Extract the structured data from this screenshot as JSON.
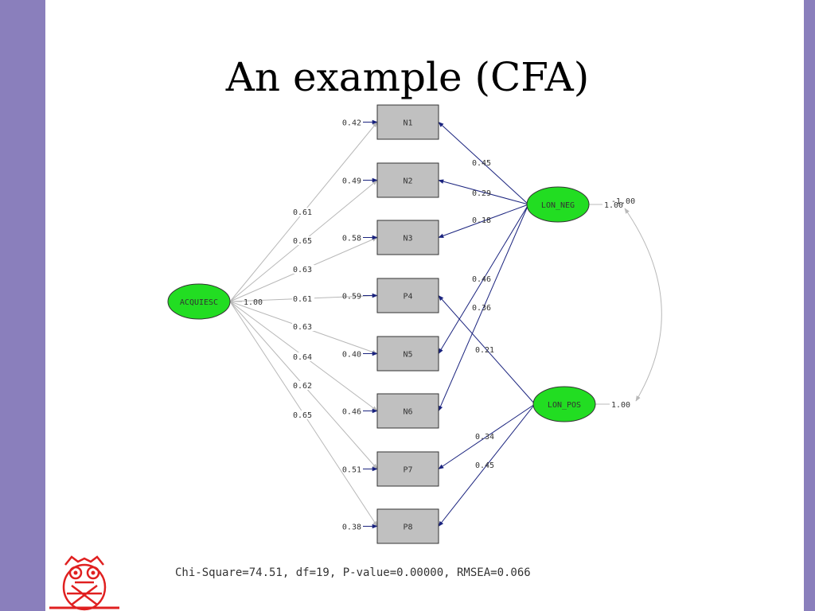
{
  "slide": {
    "title": "An example (CFA)",
    "fit_statistics": "Chi-Square=74.51, df=19, P-value=0.00000, RMSEA=0.066"
  },
  "colors": {
    "background": "#8a7fbc",
    "latent_fill": "#22dd22",
    "indicator_fill": "#c0c0c0",
    "specific_factor_path": "#1a237e",
    "method_factor_path": "#b8b8b8",
    "logo": "#e02020"
  },
  "logo": {
    "icon": "owl-icon"
  },
  "latent_factors": [
    {
      "id": "ACQUIESC",
      "label": "ACQUIESC",
      "variance": "1.00"
    },
    {
      "id": "LON_NEG",
      "label": "LON_NEG",
      "variance": "1.00"
    },
    {
      "id": "LON_POS",
      "label": "LON_POS",
      "variance": "1.00"
    }
  ],
  "factor_correlation": {
    "from": "LON_NEG",
    "to": "LON_POS",
    "value": "-1.00"
  },
  "indicators": [
    {
      "id": "N1",
      "label": "N1",
      "error_variance": "0.42"
    },
    {
      "id": "N2",
      "label": "N2",
      "error_variance": "0.49"
    },
    {
      "id": "N3",
      "label": "N3",
      "error_variance": "0.58"
    },
    {
      "id": "P4",
      "label": "P4",
      "error_variance": "0.59"
    },
    {
      "id": "N5",
      "label": "N5",
      "error_variance": "0.40"
    },
    {
      "id": "N6",
      "label": "N6",
      "error_variance": "0.46"
    },
    {
      "id": "P7",
      "label": "P7",
      "error_variance": "0.51"
    },
    {
      "id": "P8",
      "label": "P8",
      "error_variance": "0.38"
    }
  ],
  "loadings": [
    {
      "from": "ACQUIESC",
      "to": "N1",
      "value": "0.61"
    },
    {
      "from": "ACQUIESC",
      "to": "N2",
      "value": "0.65"
    },
    {
      "from": "ACQUIESC",
      "to": "N3",
      "value": "0.63"
    },
    {
      "from": "ACQUIESC",
      "to": "P4",
      "value": "0.61"
    },
    {
      "from": "ACQUIESC",
      "to": "N5",
      "value": "0.63"
    },
    {
      "from": "ACQUIESC",
      "to": "N6",
      "value": "0.64"
    },
    {
      "from": "ACQUIESC",
      "to": "P7",
      "value": "0.62"
    },
    {
      "from": "ACQUIESC",
      "to": "P8",
      "value": "0.65"
    },
    {
      "from": "LON_NEG",
      "to": "N1",
      "value": "0.45"
    },
    {
      "from": "LON_NEG",
      "to": "N2",
      "value": "0.29"
    },
    {
      "from": "LON_NEG",
      "to": "N3",
      "value": "0.18"
    },
    {
      "from": "LON_NEG",
      "to": "N5",
      "value": "0.46"
    },
    {
      "from": "LON_NEG",
      "to": "N6",
      "value": "0.36"
    },
    {
      "from": "LON_POS",
      "to": "P4",
      "value": "0.21"
    },
    {
      "from": "LON_POS",
      "to": "P7",
      "value": "0.34"
    },
    {
      "from": "LON_POS",
      "to": "P8",
      "value": "0.45"
    }
  ]
}
